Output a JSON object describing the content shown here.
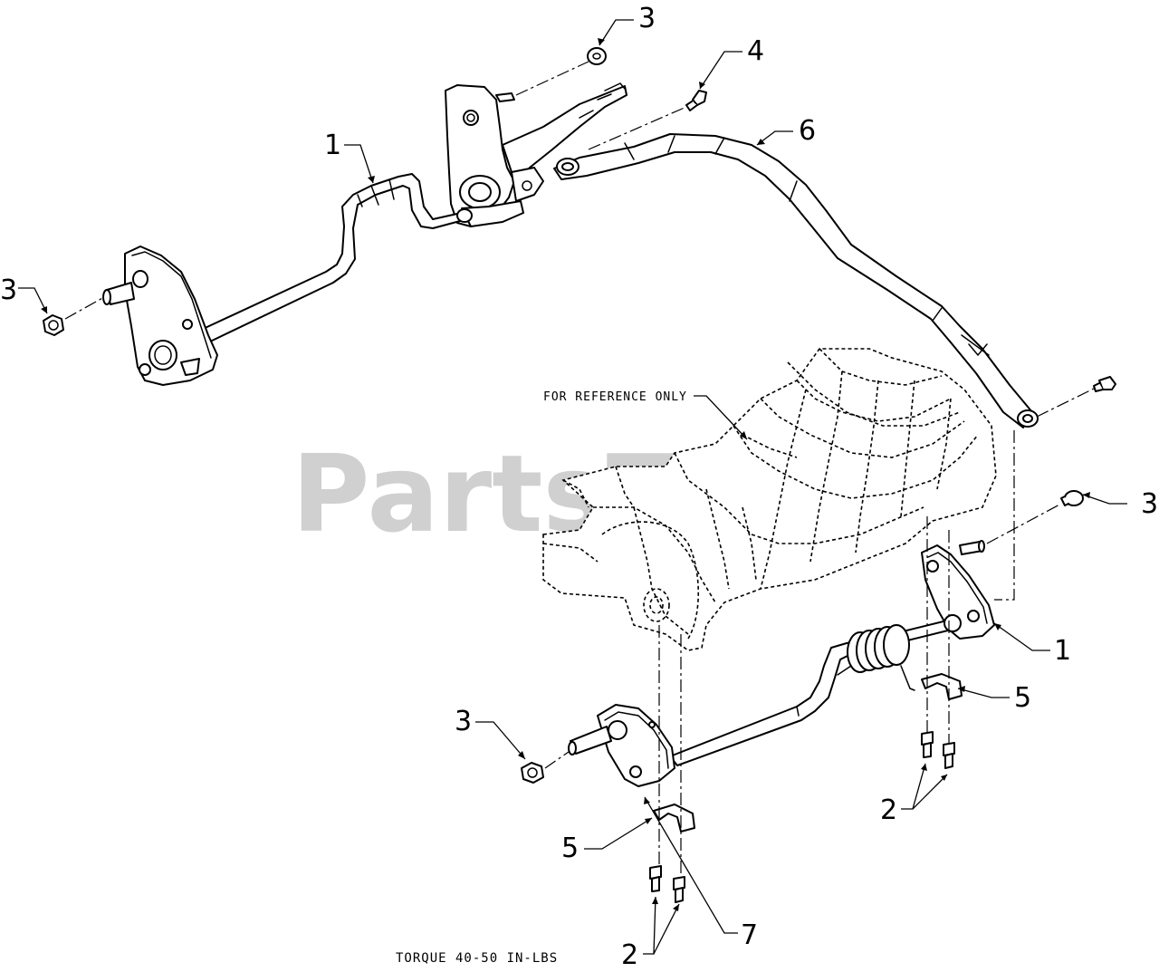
{
  "watermark": "PartsTree",
  "note": "FOR REFERENCE ONLY",
  "torque_note": "TORQUE 40-50 IN-LBS",
  "callouts": [
    {
      "id": "c3-top",
      "label": "3"
    },
    {
      "id": "c4",
      "label": "4"
    },
    {
      "id": "c1-top",
      "label": "1"
    },
    {
      "id": "c6",
      "label": "6"
    },
    {
      "id": "c3-left",
      "label": "3"
    },
    {
      "id": "c3-right",
      "label": "3"
    },
    {
      "id": "c1-right",
      "label": "1"
    },
    {
      "id": "c5-right",
      "label": "5"
    },
    {
      "id": "c3-bottom",
      "label": "3"
    },
    {
      "id": "c2-right",
      "label": "2"
    },
    {
      "id": "c5-left",
      "label": "5"
    },
    {
      "id": "c7",
      "label": "7"
    },
    {
      "id": "c2-bottom",
      "label": "2"
    }
  ]
}
